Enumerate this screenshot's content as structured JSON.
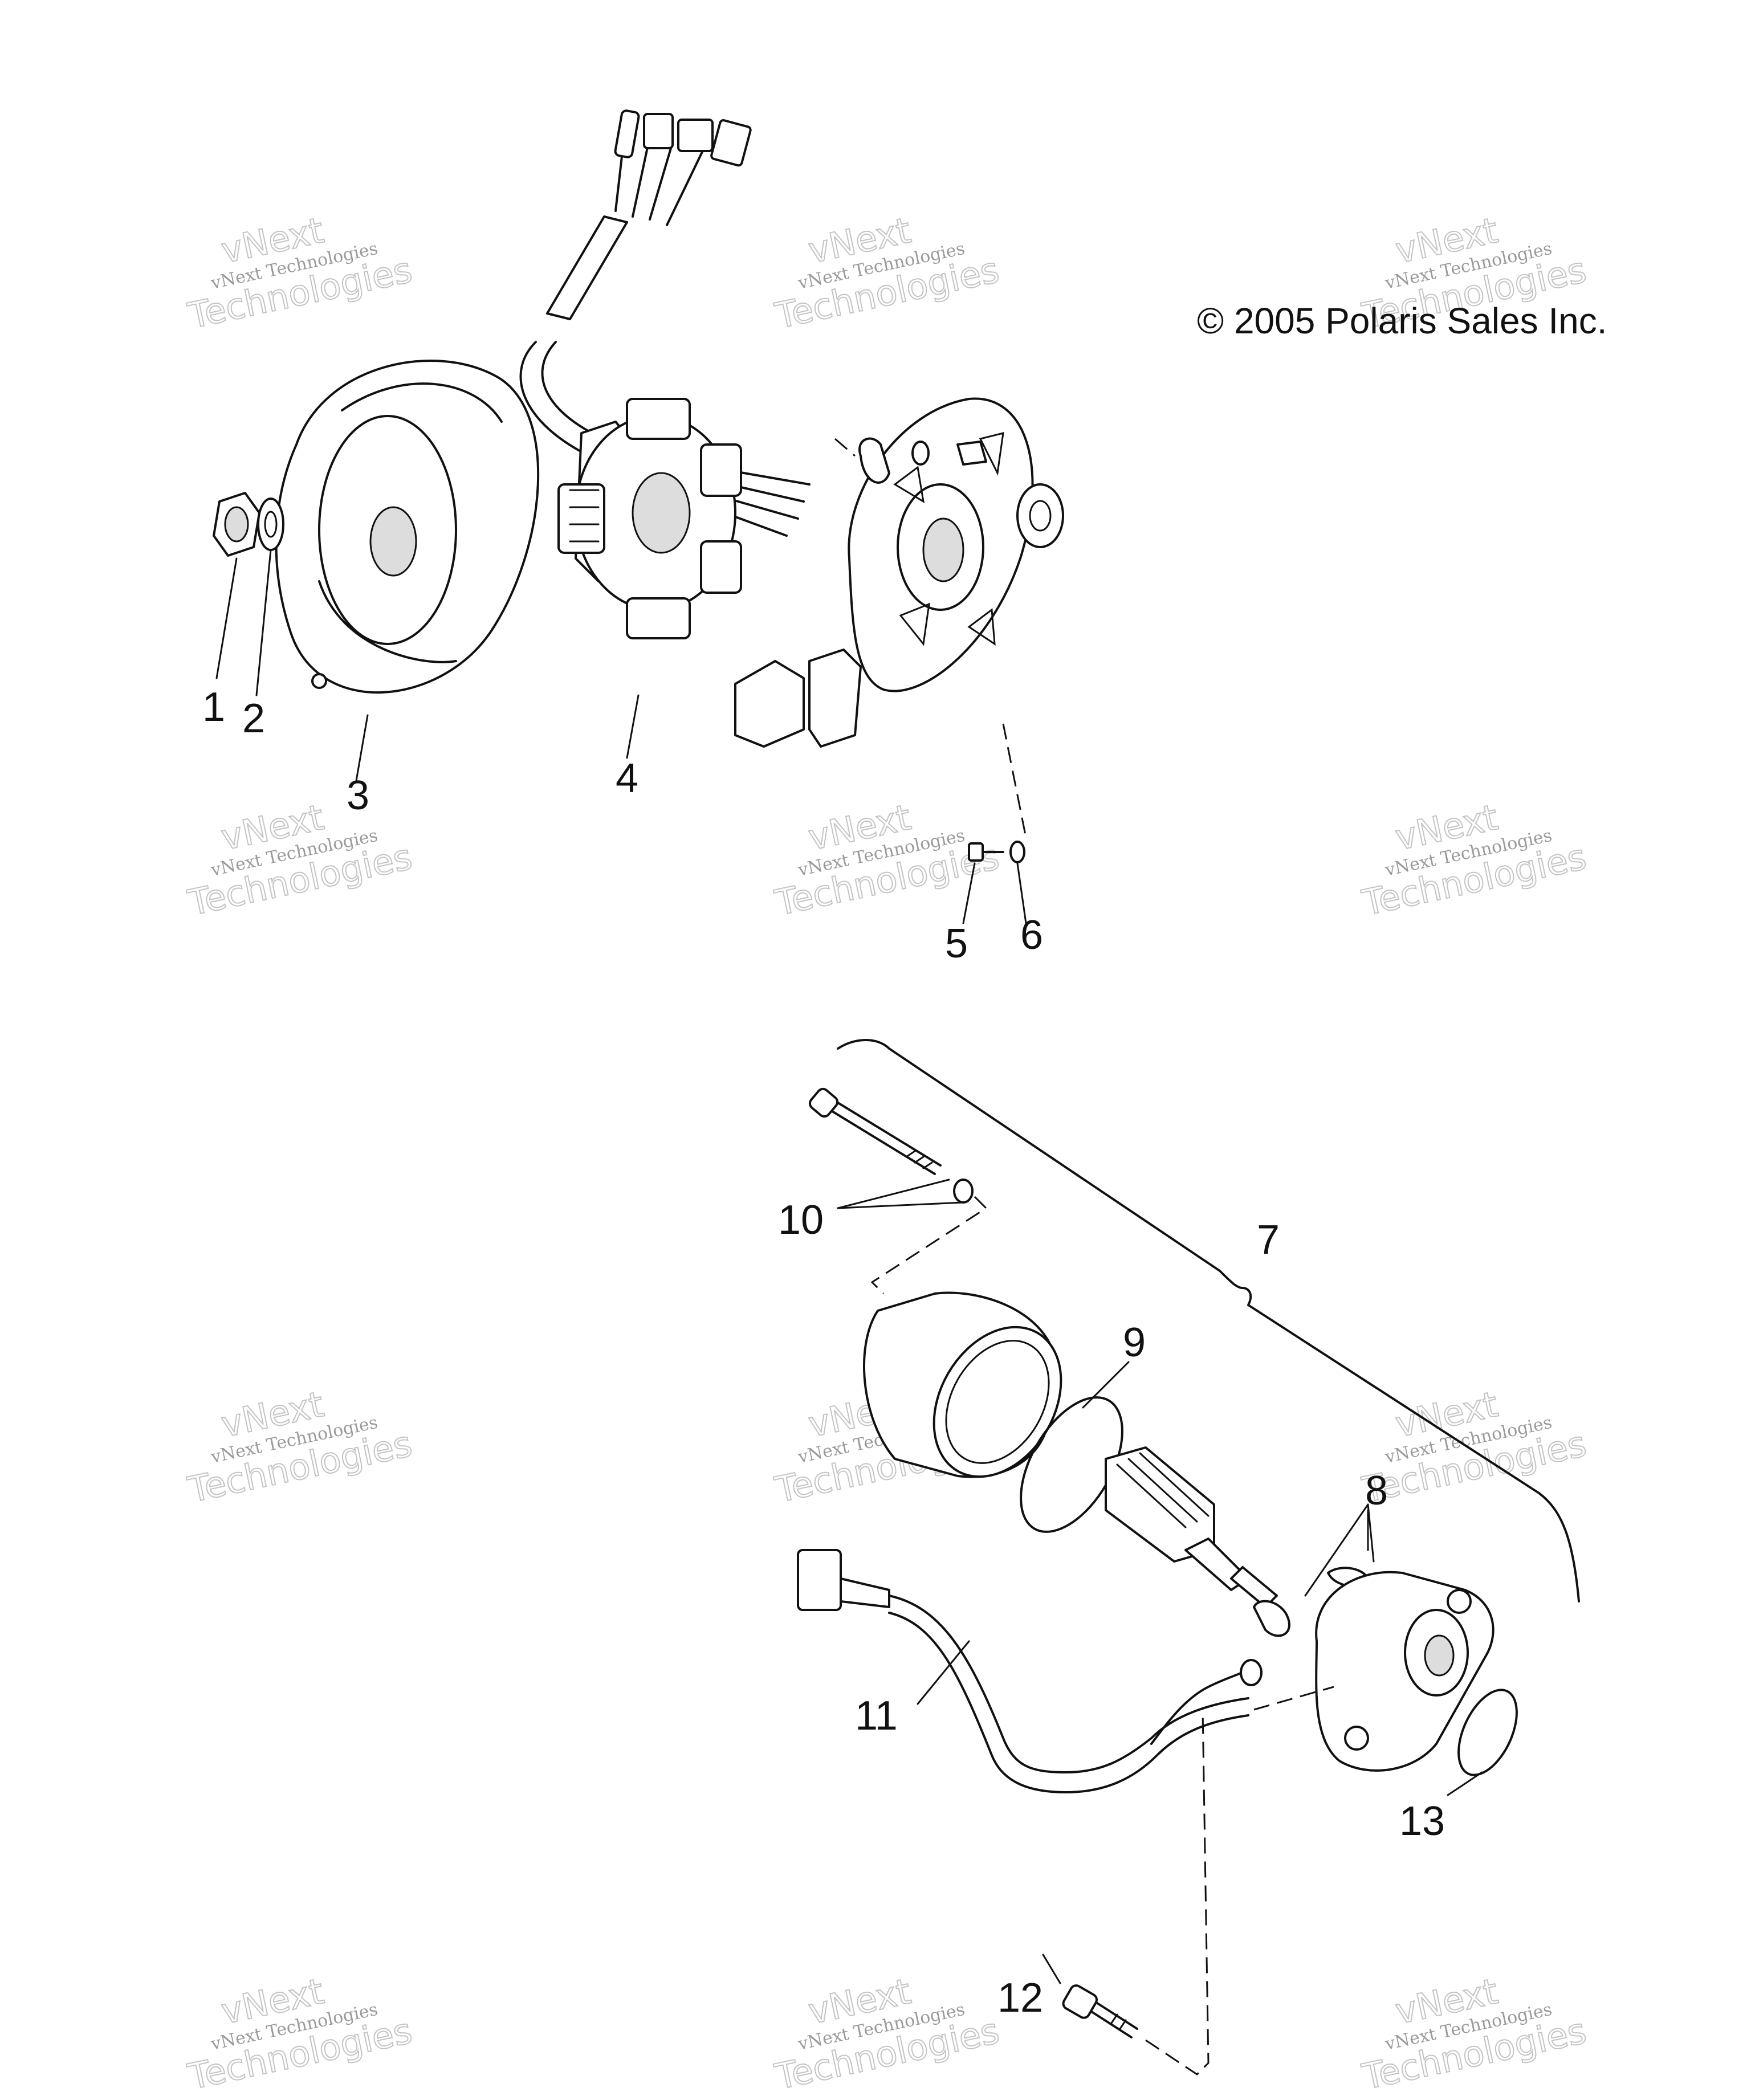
{
  "copyright": "© 2005 Polaris Sales Inc.",
  "watermark": {
    "line1": "vNext Technologies",
    "line2": "Technologies",
    "line3": "vNext"
  },
  "callouts": {
    "c1": "1",
    "c2": "2",
    "c3": "3",
    "c4": "4",
    "c5": "5",
    "c6": "6",
    "c7": "7",
    "c8": "8",
    "c9": "9",
    "c10": "10",
    "c11": "11",
    "c12": "12",
    "c13": "13"
  }
}
